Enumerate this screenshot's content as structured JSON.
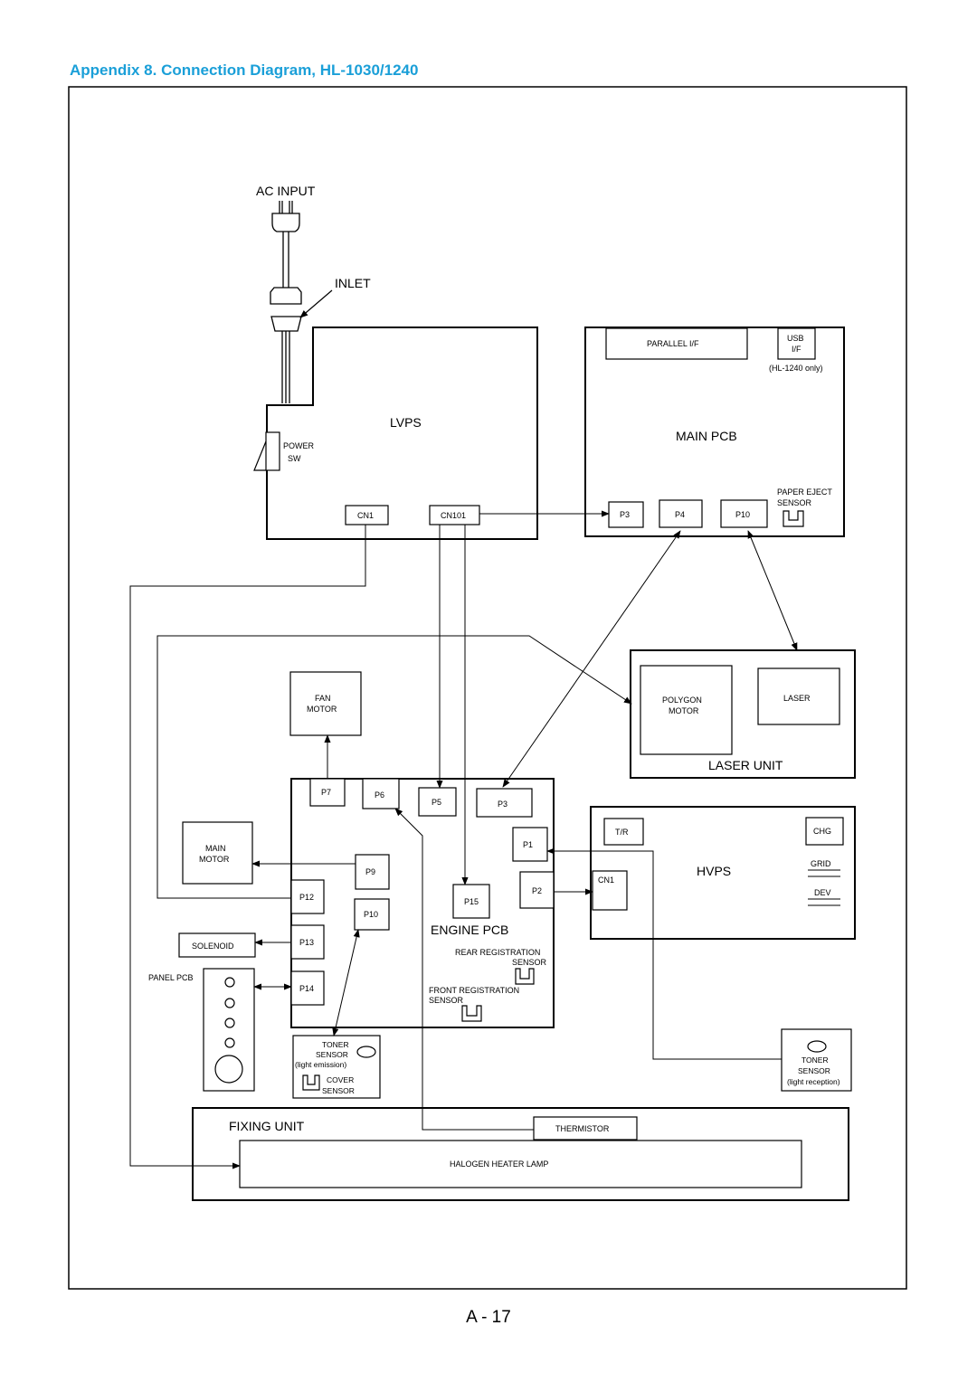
{
  "header": {
    "title": "Appendix 8.  Connection Diagram, HL-1030/1240"
  },
  "footer": {
    "page": "A - 17"
  },
  "labels": {
    "ac_input": "AC INPUT",
    "inlet": "INLET",
    "lvps": "LVPS",
    "power_sw_1": "POWER",
    "power_sw_2": "SW",
    "cn1": "CN1",
    "cn101": "CN101",
    "parallel_if": "PARALLEL I/F",
    "usb_1": "USB",
    "usb_2": "I/F",
    "hl1240_only": "(HL-1240 only)",
    "main_pcb": "MAIN PCB",
    "paper_eject_1": "PAPER EJECT",
    "paper_eject_2": "SENSOR",
    "p3": "P3",
    "p4": "P4",
    "p10": "P10",
    "polygon_1": "POLYGON",
    "polygon_2": "MOTOR",
    "laser": "LASER",
    "laser_unit": "LASER UNIT",
    "fan_1": "FAN",
    "fan_2": "MOTOR",
    "p7": "P7",
    "p6": "P6",
    "p5": "P5",
    "p1": "P1",
    "p2": "P2",
    "p9": "P9",
    "p12": "P12",
    "p13": "P13",
    "p14": "P14",
    "p15": "P15",
    "main_motor_1": "MAIN",
    "main_motor_2": "MOTOR",
    "solenoid": "SOLENOID",
    "panel_pcb": "PANEL PCB",
    "engine_pcb": "ENGINE PCB",
    "rear_reg_1": "REAR REGISTRATION",
    "rear_reg_2": "SENSOR",
    "front_reg_1": "FRONT REGISTRATION",
    "front_reg_2": "SENSOR",
    "toner_e_1": "TONER",
    "toner_e_2": "SENSOR",
    "toner_e_3": "(light emission)",
    "cover_1": "COVER",
    "cover_2": "SENSOR",
    "tr": "T/R",
    "chg": "CHG",
    "grid": "GRID",
    "dev": "DEV",
    "hvps": "HVPS",
    "toner_r_1": "TONER",
    "toner_r_2": "SENSOR",
    "toner_r_3": "(light reception)",
    "fixing_unit": "FIXING UNIT",
    "thermistor": "THERMISTOR",
    "halogen": "HALOGEN HEATER LAMP"
  }
}
